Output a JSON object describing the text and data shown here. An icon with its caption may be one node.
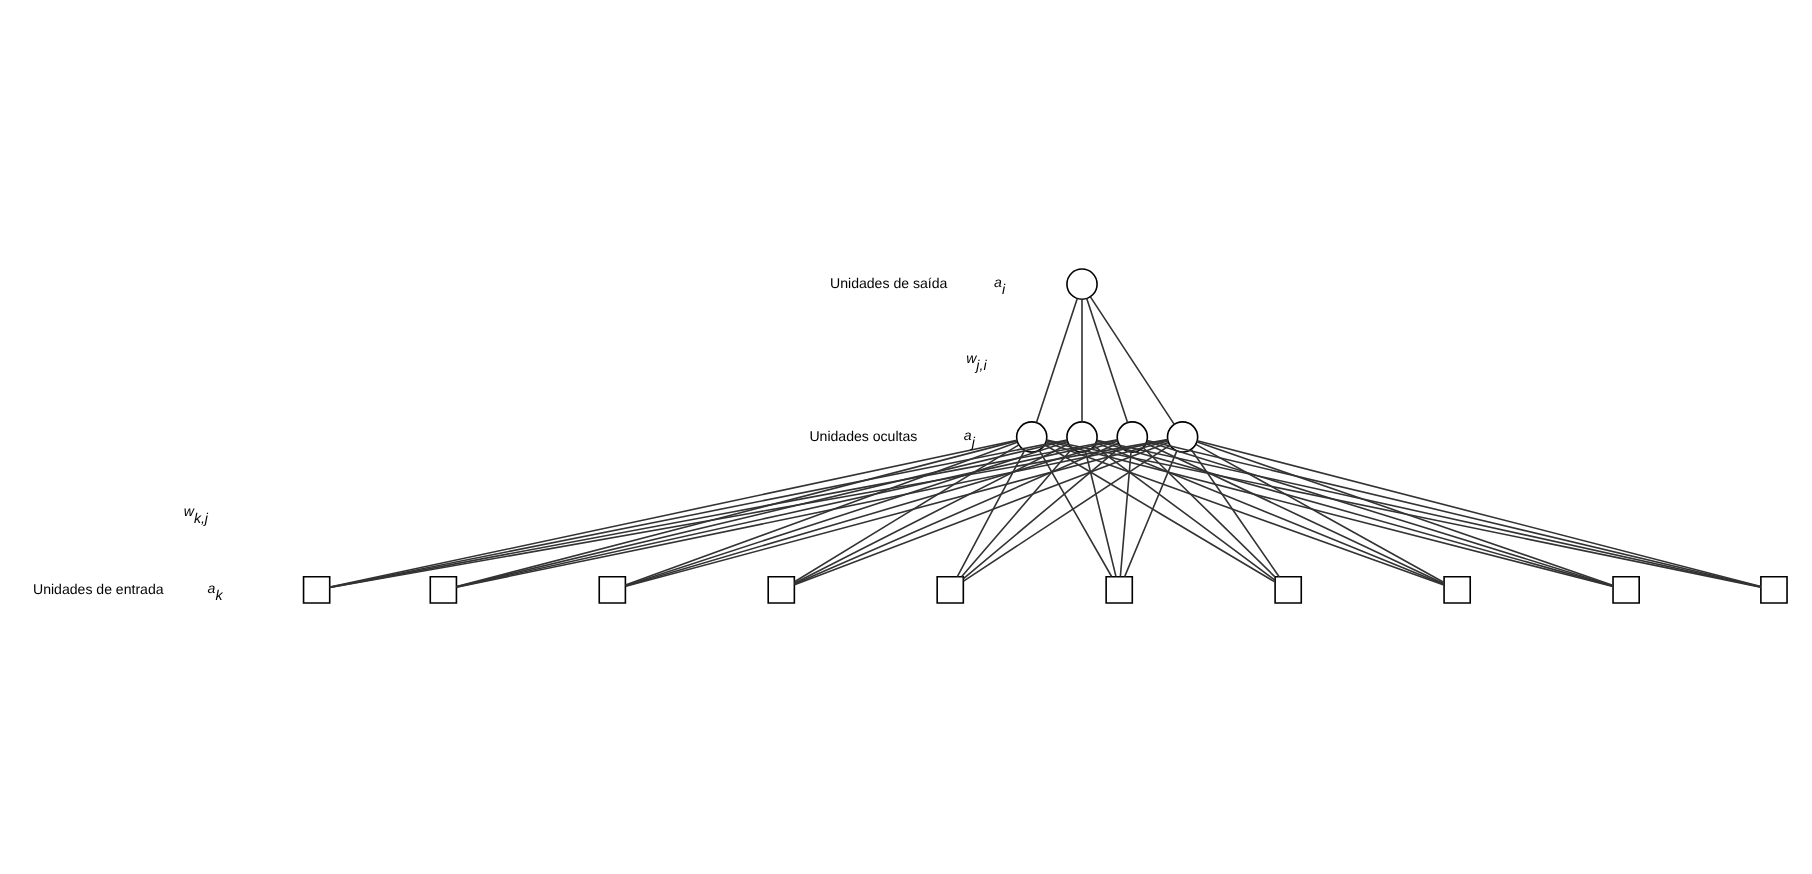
{
  "diagram": {
    "nodes": [
      {
        "text": [],
        "shape": "circle"
      },
      {
        "text": [],
        "shape": "circle"
      },
      {
        "text": [],
        "shape": "circle"
      },
      {
        "text": [],
        "shape": "circle"
      },
      {
        "text": [],
        "shape": "circle"
      },
      {
        "text": [],
        "shape": "box"
      },
      {
        "text": [],
        "shape": "box"
      },
      {
        "text": [],
        "shape": "box"
      },
      {
        "text": [],
        "shape": "box"
      },
      {
        "text": [],
        "shape": "box"
      },
      {
        "text": [],
        "shape": "box"
      },
      {
        "text": [],
        "shape": "box"
      },
      {
        "text": [],
        "shape": "box"
      },
      {
        "text": [],
        "shape": "box"
      },
      {
        "text": [],
        "shape": "box"
      }
    ],
    "edges": [
      {
        "from": 0,
        "to": 1,
        "arrow": "none"
      },
      {
        "from": 0,
        "to": 2,
        "arrow": "none"
      },
      {
        "from": 0,
        "to": 3,
        "arrow": "none"
      },
      {
        "from": 0,
        "to": 4,
        "arrow": "none"
      },
      {
        "from": 1,
        "to": 5,
        "arrow": "none"
      },
      {
        "from": 1,
        "to": 6,
        "arrow": "none"
      },
      {
        "from": 1,
        "to": 7,
        "arrow": "none"
      },
      {
        "from": 1,
        "to": 8,
        "arrow": "none"
      },
      {
        "from": 1,
        "to": 9,
        "arrow": "none"
      },
      {
        "from": 1,
        "to": 10,
        "arrow": "none"
      },
      {
        "from": 1,
        "to": 11,
        "arrow": "none"
      },
      {
        "from": 1,
        "to": 12,
        "arrow": "none"
      },
      {
        "from": 1,
        "to": 13,
        "arrow": "none"
      },
      {
        "from": 1,
        "to": 14,
        "arrow": "none"
      },
      {
        "from": 2,
        "to": 5,
        "arrow": "none"
      },
      {
        "from": 2,
        "to": 6,
        "arrow": "none"
      },
      {
        "from": 2,
        "to": 7,
        "arrow": "none"
      },
      {
        "from": 2,
        "to": 8,
        "arrow": "none"
      },
      {
        "from": 2,
        "to": 9,
        "arrow": "none"
      },
      {
        "from": 2,
        "to": 10,
        "arrow": "none"
      },
      {
        "from": 2,
        "to": 11,
        "arrow": "none"
      },
      {
        "from": 2,
        "to": 12,
        "arrow": "none"
      },
      {
        "from": 2,
        "to": 13,
        "arrow": "none"
      },
      {
        "from": 2,
        "to": 14,
        "arrow": "none"
      },
      {
        "from": 3,
        "to": 5,
        "arrow": "none"
      },
      {
        "from": 3,
        "to": 6,
        "arrow": "none"
      },
      {
        "from": 3,
        "to": 7,
        "arrow": "none"
      },
      {
        "from": 3,
        "to": 8,
        "arrow": "none"
      },
      {
        "from": 3,
        "to": 9,
        "arrow": "none"
      },
      {
        "from": 3,
        "to": 10,
        "arrow": "none"
      },
      {
        "from": 3,
        "to": 11,
        "arrow": "none"
      },
      {
        "from": 3,
        "to": 12,
        "arrow": "none"
      },
      {
        "from": 3,
        "to": 13,
        "arrow": "none"
      },
      {
        "from": 3,
        "to": 14,
        "arrow": "none"
      },
      {
        "from": 4,
        "to": 5,
        "arrow": "none"
      },
      {
        "from": 4,
        "to": 6,
        "arrow": "none"
      },
      {
        "from": 4,
        "to": 7,
        "arrow": "none"
      },
      {
        "from": 4,
        "to": 8,
        "arrow": "none"
      },
      {
        "from": 4,
        "to": 9,
        "arrow": "none"
      },
      {
        "from": 4,
        "to": 10,
        "arrow": "none"
      },
      {
        "from": 4,
        "to": 11,
        "arrow": "none"
      },
      {
        "from": 4,
        "to": 12,
        "arrow": "none"
      },
      {
        "from": 4,
        "to": 13,
        "arrow": "none"
      },
      {
        "from": 4,
        "to": 14,
        "arrow": "none"
      }
    ],
    "labels": [
      "Unidades de saída",
      "a$_{i}$",
      "w$_{j,i}$",
      "Unidades ocultas",
      "a$_{j}$",
      "w$_{k,j}$",
      "Unidades de entrada",
      "a$_{k}$"
    ]
  }
}
